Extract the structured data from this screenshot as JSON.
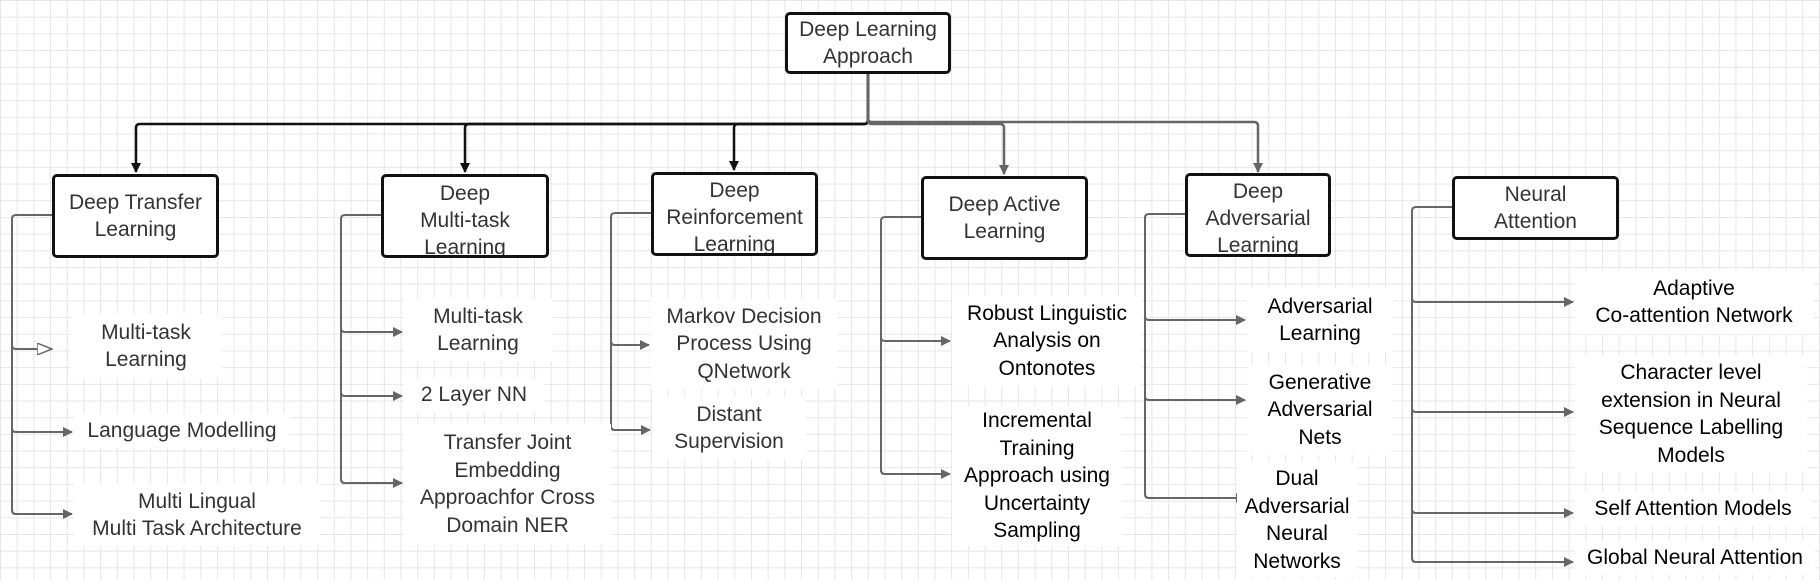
{
  "root": {
    "label": "Deep Learning\nApproach"
  },
  "categories": [
    {
      "label": "Deep Transfer\nLearning",
      "items": [
        "Multi-task\nLearning",
        "Language Modelling",
        "Multi Lingual\nMulti Task Architecture"
      ]
    },
    {
      "label": "Deep\nMulti-task\nLearning",
      "items": [
        "Multi-task\nLearning",
        "2 Layer NN",
        "Transfer Joint\nEmbedding\nApproachfor Cross\nDomain NER"
      ]
    },
    {
      "label": "Deep\nReinforcement\nLearning",
      "items": [
        "Markov Decision\nProcess Using\nQNetwork",
        "Distant\nSupervision"
      ]
    },
    {
      "label": "Deep Active\nLearning",
      "items": [
        "Robust Linguistic\nAnalysis on\nOntonotes",
        "Incremental\nTraining\nApproach using\nUncertainty\nSampling"
      ]
    },
    {
      "label": "Deep\nAdversarial\nLearning",
      "items": [
        "Adversarial\nLearning",
        "Generative\nAdversarial\nNets",
        "Dual\nAdversarial\nNeural\nNetworks"
      ]
    },
    {
      "label": "Neural\nAttention",
      "items": [
        "Adaptive\nCo-attention Network",
        "Character level\nextension in Neural\nSequence Labelling\nModels",
        "Self Attention Models",
        "Global Neural Attention"
      ]
    }
  ],
  "colors": {
    "dark_connector": "#111111",
    "grey_connector": "#666666",
    "node_border": "#111111"
  }
}
